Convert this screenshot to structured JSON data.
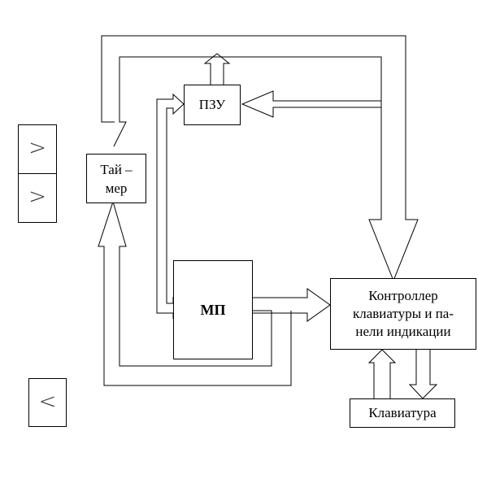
{
  "blocks": {
    "pzu": "ПЗУ",
    "timer_line1": "Тай –",
    "timer_line2": "мер",
    "mp": "МП",
    "controller_line1": "Контроллер",
    "controller_line2": "клавиатуры и па-",
    "controller_line3": "нели индикации",
    "keyboard": "Клавиатура"
  },
  "side_symbols": {
    "top": ">",
    "middle": ">",
    "bottom": "<"
  }
}
